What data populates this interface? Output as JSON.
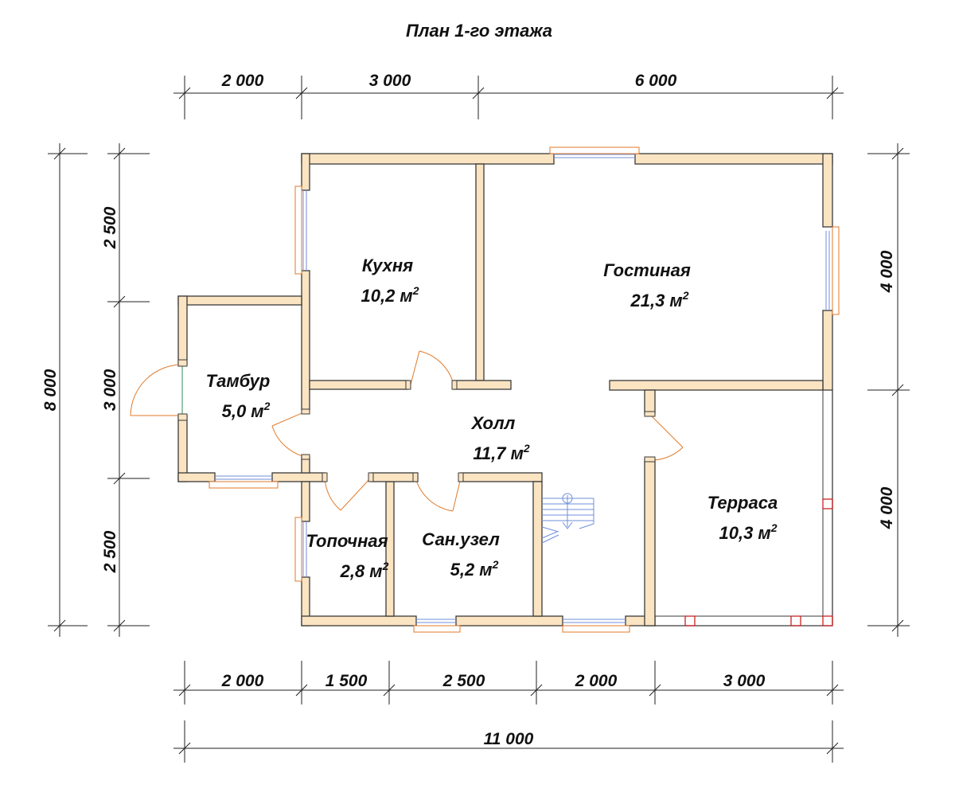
{
  "plan": {
    "title": "План 1-го этажа"
  },
  "dimensions": {
    "top": [
      "2 000",
      "3 000",
      "6 000"
    ],
    "bottom": [
      "2 000",
      "1 500",
      "2 500",
      "2 000",
      "3 000"
    ],
    "total": "11 000",
    "left_overall": "8 000",
    "left": [
      "2 500",
      "3 000",
      "2 500"
    ],
    "right": [
      "4 000",
      "4 000"
    ]
  },
  "rooms": {
    "kitchen": {
      "name": "Кухня",
      "area": "10,2 м"
    },
    "living": {
      "name": "Гостиная",
      "area": "21,3 м"
    },
    "vestibule": {
      "name": "Тамбур",
      "area": "5,0 м"
    },
    "hall": {
      "name": "Холл",
      "area": "11,7 м"
    },
    "terrace": {
      "name": "Терраса",
      "area": "10,3 м"
    },
    "boiler": {
      "name": "Топочная",
      "area": "2,8 м"
    },
    "bathroom": {
      "name": "Сан.узел",
      "area": "5,2 м"
    },
    "area_unit_exp": "2"
  },
  "colors": {
    "wall_fill": "#fbe4c2",
    "wall_stroke": "#3a3a3a",
    "door_arc": "#e07a2a",
    "window_glass": "#6f8fd8",
    "terrace_post": "#cc2222"
  }
}
